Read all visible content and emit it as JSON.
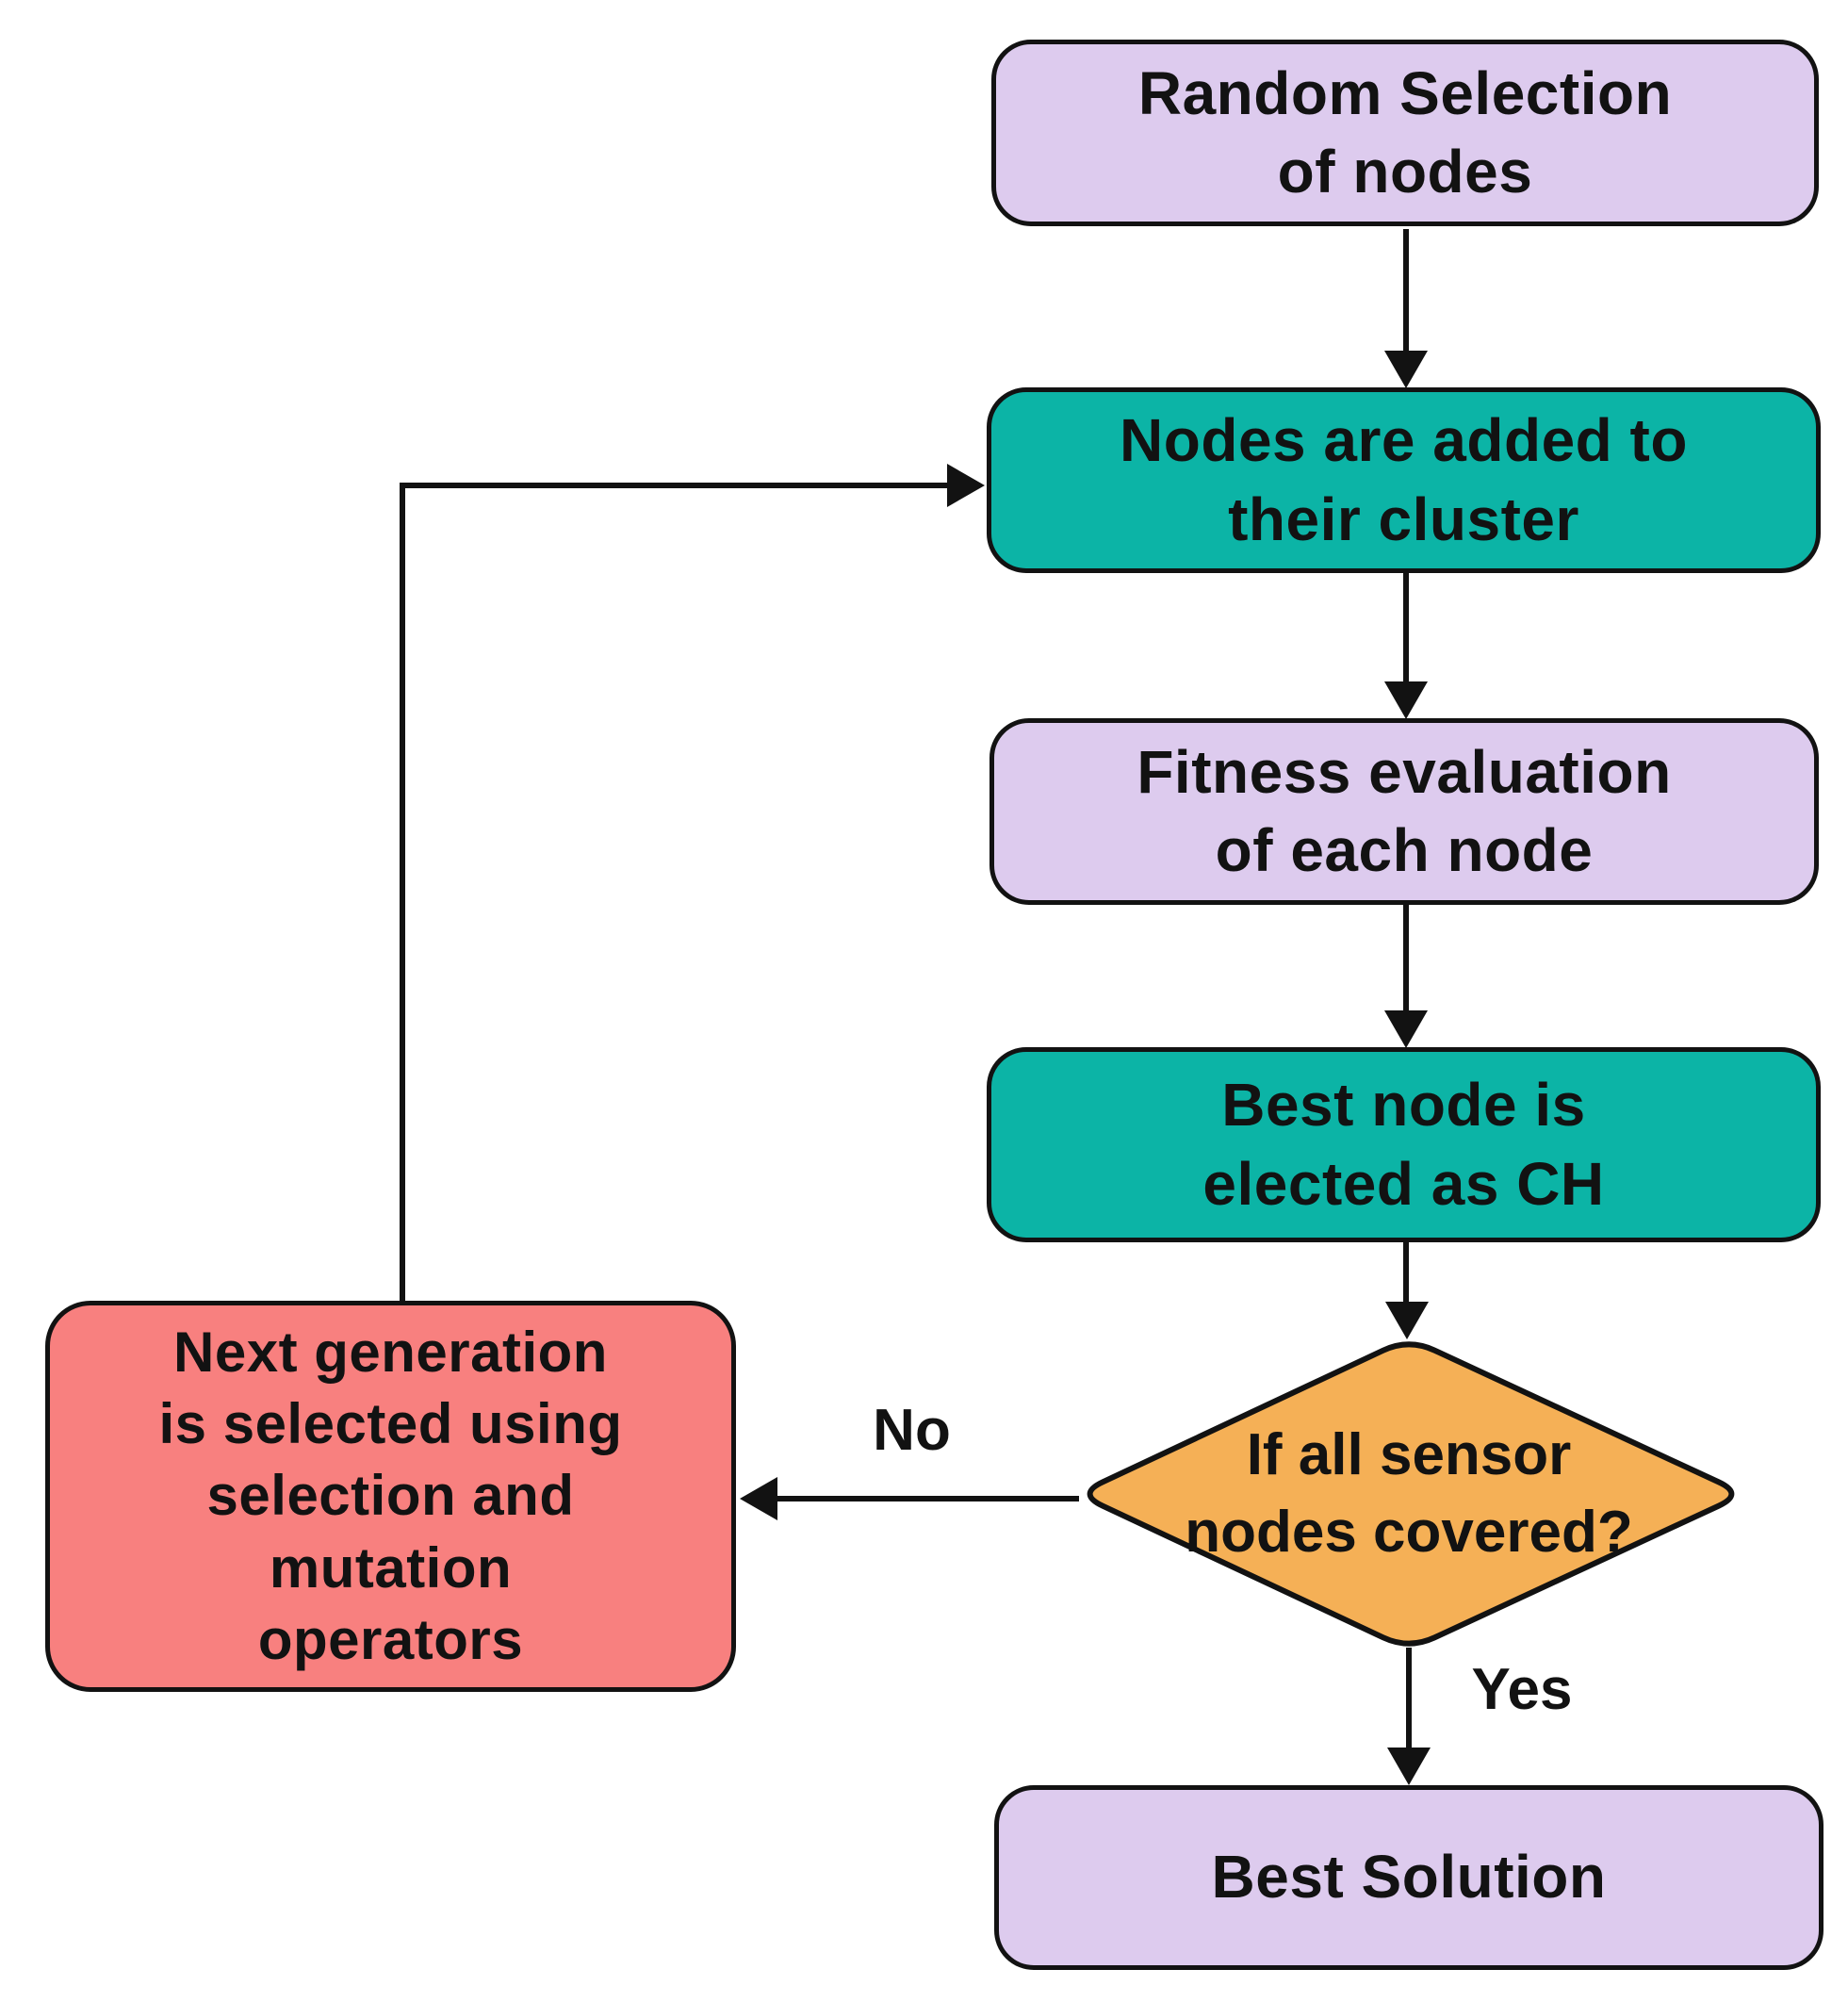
{
  "diagram": {
    "type": "flowchart",
    "description": "Genetic-algorithm based cluster head selection flowchart for wireless sensor nodes"
  },
  "theme": {
    "background": "#FFFFFF",
    "process_purple_fill": "#DDCBEE",
    "process_teal_fill": "#0CB4A6",
    "decision_orange_fill": "#F5B056",
    "loop_red_fill": "#F8807F",
    "stroke_color": "#121212",
    "text_color": "#121212"
  },
  "nodes": {
    "random_selection": {
      "shape": "rounded-rect",
      "lines": [
        "Random Selection",
        "of nodes"
      ]
    },
    "add_to_cluster": {
      "shape": "rounded-rect",
      "lines": [
        "Nodes are added to",
        "their cluster"
      ]
    },
    "fitness_evaluation": {
      "shape": "rounded-rect",
      "lines": [
        "Fitness evaluation",
        "of each node"
      ]
    },
    "best_node_ch": {
      "shape": "rounded-rect",
      "lines": [
        "Best node is",
        "elected as CH"
      ]
    },
    "decision": {
      "shape": "diamond",
      "lines": [
        "If all sensor",
        "nodes covered?"
      ]
    },
    "next_generation": {
      "shape": "rounded-rect",
      "lines": [
        "Next generation",
        "is selected using",
        "selection and",
        "mutation",
        "operators"
      ]
    },
    "best_solution": {
      "shape": "rounded-rect",
      "lines": [
        "Best Solution"
      ]
    }
  },
  "edges": [
    {
      "from": "random_selection",
      "to": "add_to_cluster",
      "label": ""
    },
    {
      "from": "add_to_cluster",
      "to": "fitness_evaluation",
      "label": ""
    },
    {
      "from": "fitness_evaluation",
      "to": "best_node_ch",
      "label": ""
    },
    {
      "from": "best_node_ch",
      "to": "decision",
      "label": ""
    },
    {
      "from": "decision",
      "to": "next_generation",
      "label": "No"
    },
    {
      "from": "decision",
      "to": "best_solution",
      "label": "Yes"
    },
    {
      "from": "next_generation",
      "to": "add_to_cluster",
      "label": ""
    }
  ]
}
